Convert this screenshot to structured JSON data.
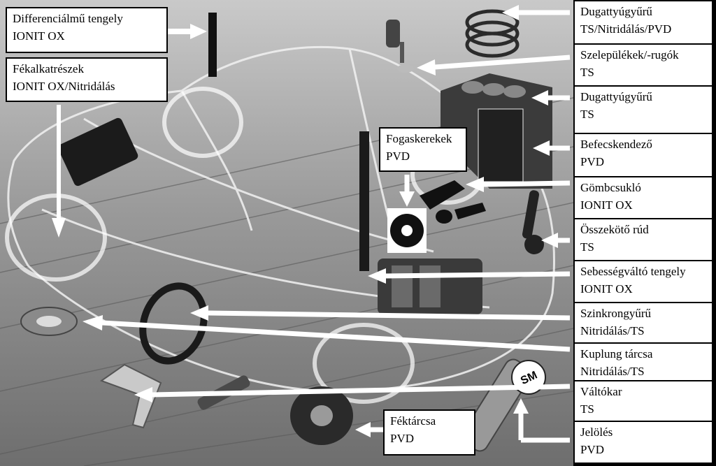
{
  "left_callouts": [
    {
      "line1": "Differenciálmű tengely",
      "line2": "IONIT OX"
    },
    {
      "line1": "Fékalkatrészek",
      "line2": "IONIT OX/Nitridálás"
    },
    {
      "line1": "Fogaskerekek",
      "line2": "PVD"
    },
    {
      "line1": "Féktárcsa",
      "line2": "PVD"
    }
  ],
  "right_labels": [
    {
      "line1": "Dugattyúgyűrű",
      "line2": "TS/Nitridálás/PVD"
    },
    {
      "line1": "Szelepülékek/-rugók",
      "line2": "TS"
    },
    {
      "line1": "Dugattyúgyűrű",
      "line2": "TS"
    },
    {
      "line1": "Befecskendező",
      "line2": "PVD"
    },
    {
      "line1": "Gömbcsukló",
      "line2": "IONIT OX"
    },
    {
      "line1": "Összekötő rúd",
      "line2": "TS"
    },
    {
      "line1": "Sebességváltó tengely",
      "line2": "IONIT OX"
    },
    {
      "line1": "Szinkrongyűrű",
      "line2": "Nitridálás/TS"
    },
    {
      "line1": "Kuplung tárcsa",
      "line2": "Nitridálás/TS"
    },
    {
      "line1": "Váltókar",
      "line2": "TS"
    },
    {
      "line1": "Jelölés",
      "line2": "PVD"
    }
  ],
  "marking_text": "SM",
  "colors": {
    "arrow": "#ffffff",
    "panel_border": "#000000",
    "background": "#9a9a9a"
  }
}
